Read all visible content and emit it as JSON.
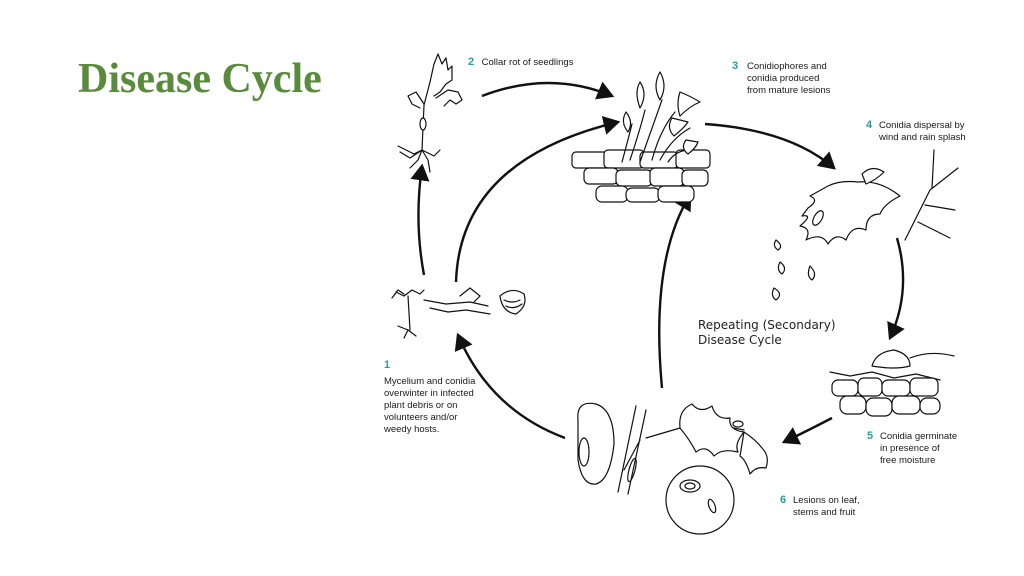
{
  "title": "Disease Cycle",
  "center_label": {
    "line1": "Repeating (Secondary)",
    "line2": "Disease Cycle"
  },
  "stages": [
    {
      "num": "1",
      "lines": [
        "Mycelium and conidia",
        "overwinter in infected",
        "plant debris or on",
        "volunteers and/or",
        "weedy hosts."
      ]
    },
    {
      "num": "2",
      "lines": [
        "Collar rot of seedlings"
      ]
    },
    {
      "num": "3",
      "lines": [
        "Conidiophores and",
        "conidia produced",
        "from mature lesions"
      ]
    },
    {
      "num": "4",
      "lines": [
        "Conidia dispersal by",
        "wind and rain splash"
      ]
    },
    {
      "num": "5",
      "lines": [
        "Conidia germinate",
        "in presence of",
        "free moisture"
      ]
    },
    {
      "num": "6",
      "lines": [
        "Lesions on leaf,",
        "stems and fruit"
      ]
    }
  ],
  "colors": {
    "title": "#5a8a3c",
    "stage_number": "#2a9aa8",
    "ink": "#111111"
  }
}
